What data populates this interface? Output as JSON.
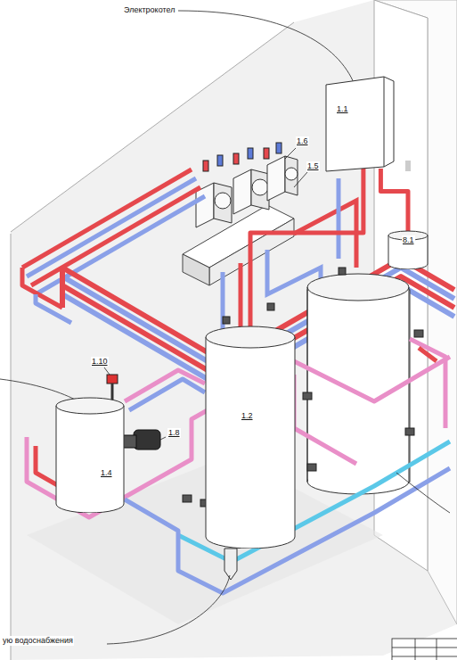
{
  "diagram": {
    "nodes": [
      {
        "text": [
          "1.1"
        ]
      },
      {
        "text": [
          "8.1"
        ]
      },
      {
        "text": [
          "1.2"
        ]
      },
      {
        "text": [
          "1.4"
        ]
      }
    ],
    "edges": [
      {
        "from": 0,
        "to": 2,
        "arrow": "none"
      },
      {
        "from": 0,
        "to": 1,
        "arrow": "none"
      }
    ],
    "labels": [
      "Электрокотел",
      "1.6",
      "1.5",
      "1.10",
      "1.8",
      "ую водоснабжения"
    ]
  }
}
